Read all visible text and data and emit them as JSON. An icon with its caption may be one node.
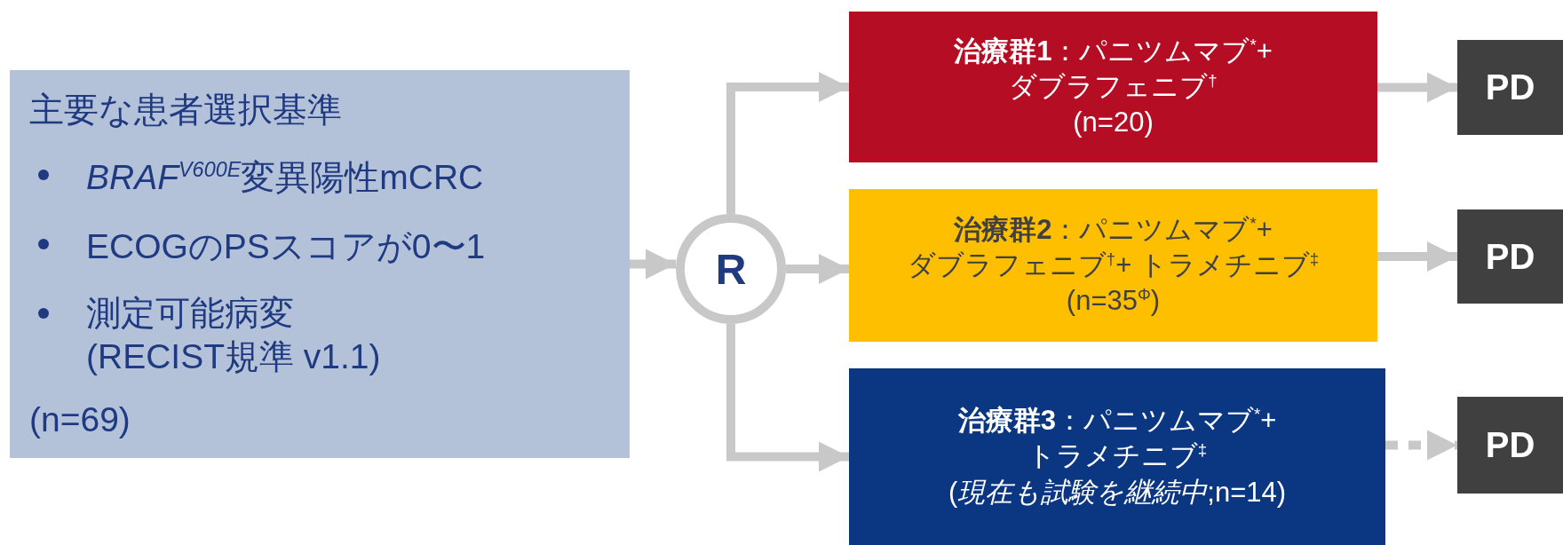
{
  "diagram": {
    "nodes": [
      {
        "text": [
          "主要な患者選択基準",
          "*BRAF*$^{V600E}$変異陽性mCRC",
          "ECOGのPSスコアが0〜1",
          "測定可能病変 (RECIST規準 v1.1)",
          "(n=69)"
        ]
      },
      {
        "text": [
          "R"
        ]
      },
      {
        "text": [
          "**治療群1**：パニツムマブ$^{*}$+ ダブラフェニブ$^{†}$",
          "(n=20)"
        ]
      },
      {
        "text": [
          "**治療群2**：パニツムマブ$^{*}$+ ダブラフェニブ$^{†}$+ トラメチニブ$^{‡}$",
          "(n=35$^{Φ}$)"
        ]
      },
      {
        "text": [
          "**治療群3**：パニツムマブ$^{*}$+ トラメチニブ$^{‡}$",
          "(*現在も試験を継続中*;n=14)"
        ]
      },
      {
        "text": [
          "PD"
        ]
      },
      {
        "text": [
          "PD"
        ]
      },
      {
        "text": [
          "PD"
        ]
      }
    ],
    "edges": [
      {
        "from": 0,
        "to": 1,
        "arrow": "to"
      },
      {
        "from": 1,
        "to": 2,
        "arrow": "to"
      },
      {
        "from": 1,
        "to": 3,
        "arrow": "to"
      },
      {
        "from": 1,
        "to": 4,
        "arrow": "to"
      },
      {
        "from": 2,
        "to": 5,
        "arrow": "to"
      },
      {
        "from": 3,
        "to": 6,
        "arrow": "to"
      },
      {
        "from": 4,
        "to": 7,
        "arrow": "to",
        "style": "dashed"
      }
    ]
  }
}
